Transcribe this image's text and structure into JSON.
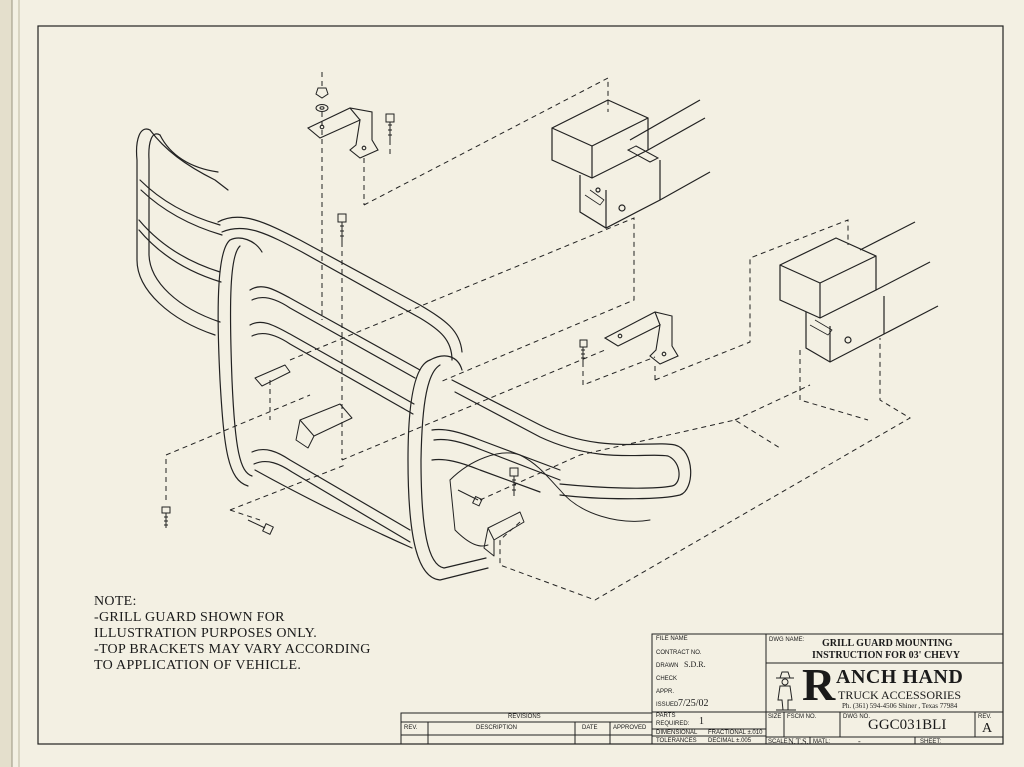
{
  "notes": [
    "NOTE:",
    "-GRILL GUARD SHOWN FOR",
    "ILLUSTRATION PURPOSES ONLY.",
    "-TOP BRACKETS MAY VARY ACCORDING",
    "TO APPLICATION OF VEHICLE."
  ],
  "title_block": {
    "file_name_label": "FILE NAME",
    "contract_no_label": "CONTRACT NO.",
    "drawn_label": "DRAWN",
    "drawn_value": "S.D.R.",
    "check_label": "CHECK",
    "appr_label": "APPR.",
    "issued_label": "ISSUED",
    "issued_value": "7/25/02",
    "parts_label": "PARTS",
    "required_label": "REQUIRED:",
    "required_value": "1",
    "dimensional_label": "DIMENSIONAL",
    "fractional_label": "FRACTIONAL ±.010",
    "tolerances_label": "TOLERANCES",
    "decimal_label": "DECIMAL ±.005",
    "dwg_name_label": "DWG NAME:",
    "dwg_name_line1": "GRILL GUARD MOUNTING",
    "dwg_name_line2": "INSTRUCTION FOR 03' CHEVY",
    "company_initial": "R",
    "company_name": "ANCH HAND",
    "company_sub": "TRUCK ACCESSORIES",
    "company_contact": "Ph. (361) 594-4506 Shiner , Texas 77984",
    "size_label": "SIZE",
    "fscm_label": "FSCM NO.",
    "dwg_no_label": "DWG NO.",
    "dwg_no_value": "GGC031BLI",
    "rev_label": "REV.",
    "rev_value": "A",
    "scale_label": "SCALE",
    "scale_value": "N.T.S.",
    "matl_label": "MATL:",
    "matl_value": "-",
    "sheet_label": "SHEET:"
  },
  "revisions": {
    "title": "REVISIONS",
    "rev_col": "REV.",
    "description_col": "DESCRIPTION",
    "date_col": "DATE",
    "approved_col": "APPROVED"
  }
}
